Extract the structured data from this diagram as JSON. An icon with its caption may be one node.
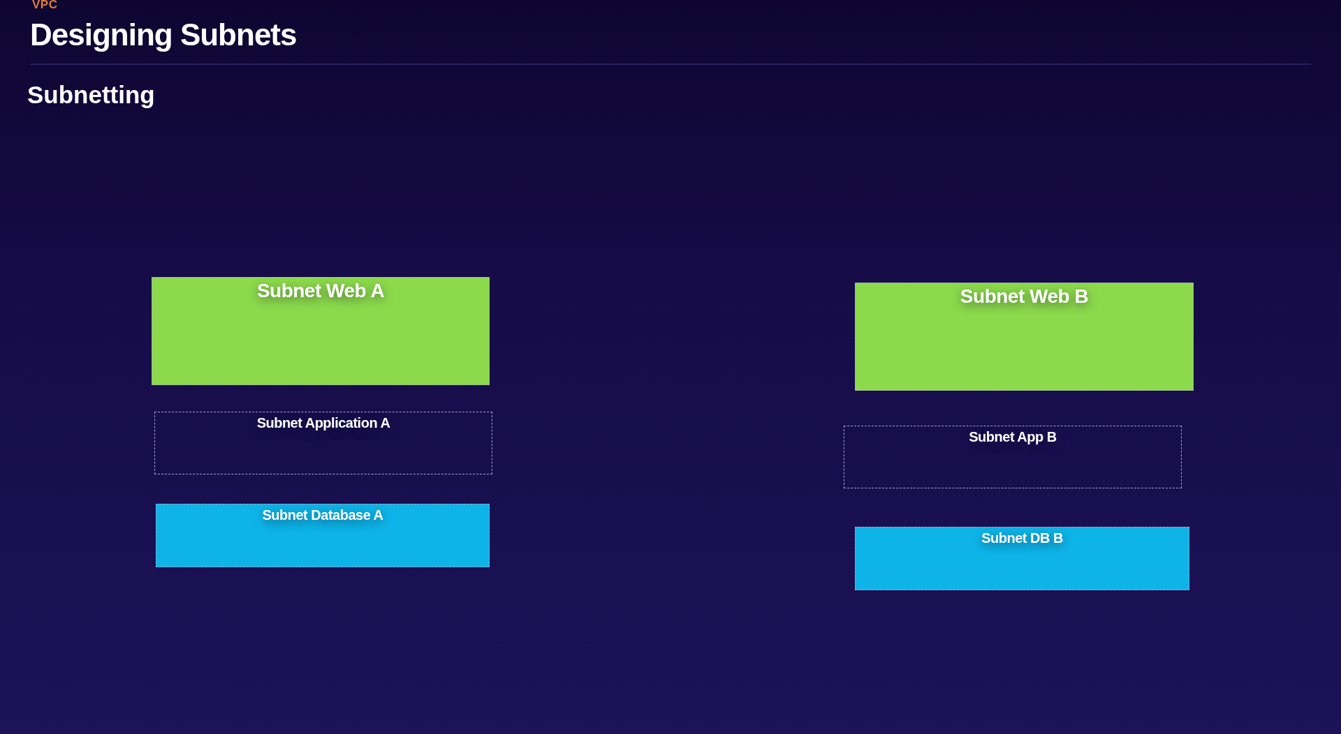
{
  "diagram": {
    "title": "Designing Subnets",
    "nodes": [
      {
        "text": [
          "Subnet Web A"
        ]
      },
      {
        "text": [
          "Subnet Web B"
        ]
      },
      {
        "text": [
          "Subnet Application A"
        ]
      },
      {
        "text": [
          "Subnet App B"
        ]
      },
      {
        "text": [
          "Subnet Database A"
        ]
      },
      {
        "text": [
          "Subnet DB B"
        ]
      }
    ],
    "edges": [],
    "labels": [
      "VPC",
      "Subnetting"
    ]
  }
}
